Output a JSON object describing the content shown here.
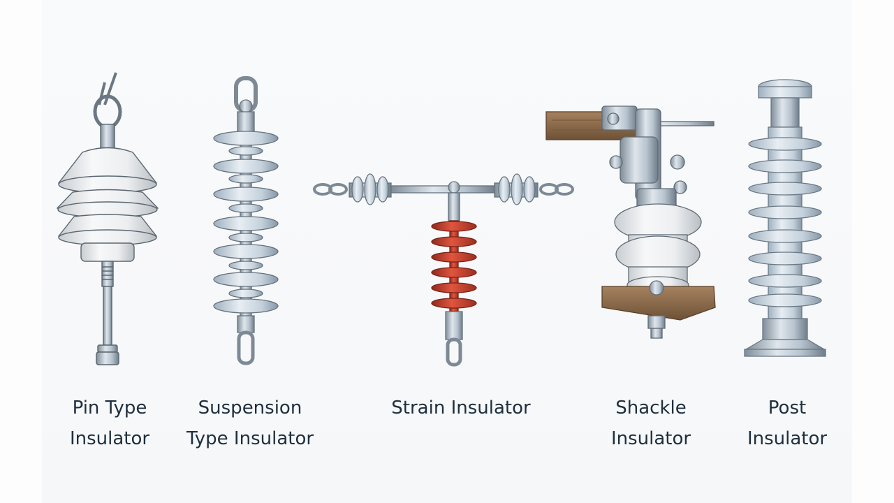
{
  "labels": {
    "pin": {
      "line1": "Pin Type",
      "line2": "Insulator"
    },
    "suspension": {
      "line1": "Suspension",
      "line2": "Type Insulator"
    },
    "strain": {
      "line1": "Strain Insulator"
    },
    "shackle": {
      "line1": "Shackle",
      "line2": "Insulator"
    },
    "post": {
      "line1": "Post",
      "line2": "Insulator"
    }
  },
  "colors": {
    "porcelain": "#eceef0",
    "metal": "#b7c3ce",
    "silicone": "#c8402c",
    "wood": "#8a6a4b",
    "text": "#1f2f3e"
  }
}
